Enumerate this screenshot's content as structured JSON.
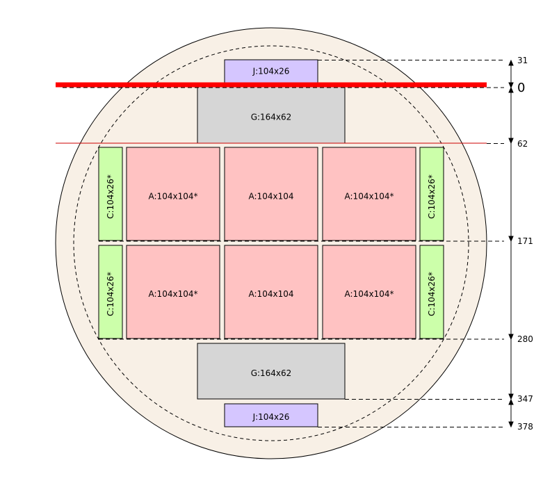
{
  "pieces": {
    "j_top": "J:104x26",
    "g_top": "G:164x62",
    "c_r1_left": "C:104x26*",
    "a_r1_1": "A:104x104*",
    "a_r1_2": "A:104x104",
    "a_r1_3": "A:104x104*",
    "c_r1_right": "C:104x26*",
    "c_r2_left": "C:104x26*",
    "a_r2_1": "A:104x104*",
    "a_r2_2": "A:104x104",
    "a_r2_3": "A:104x104*",
    "c_r2_right": "C:104x26*",
    "g_bottom": "G:164x62",
    "j_bottom": "J:104x26"
  },
  "dimensions": {
    "d31": "31",
    "d0": "0",
    "d62": "62",
    "d171": "171",
    "d280": "280",
    "d347": "347",
    "d378": "378"
  },
  "colors": {
    "wafer_fill": "#f8f0e6",
    "piece_a": "#ffc2c2",
    "piece_c": "#ccffaa",
    "piece_g": "#d6d6d6",
    "piece_j": "#d5c6ff",
    "cut_line": "#ff0000"
  }
}
